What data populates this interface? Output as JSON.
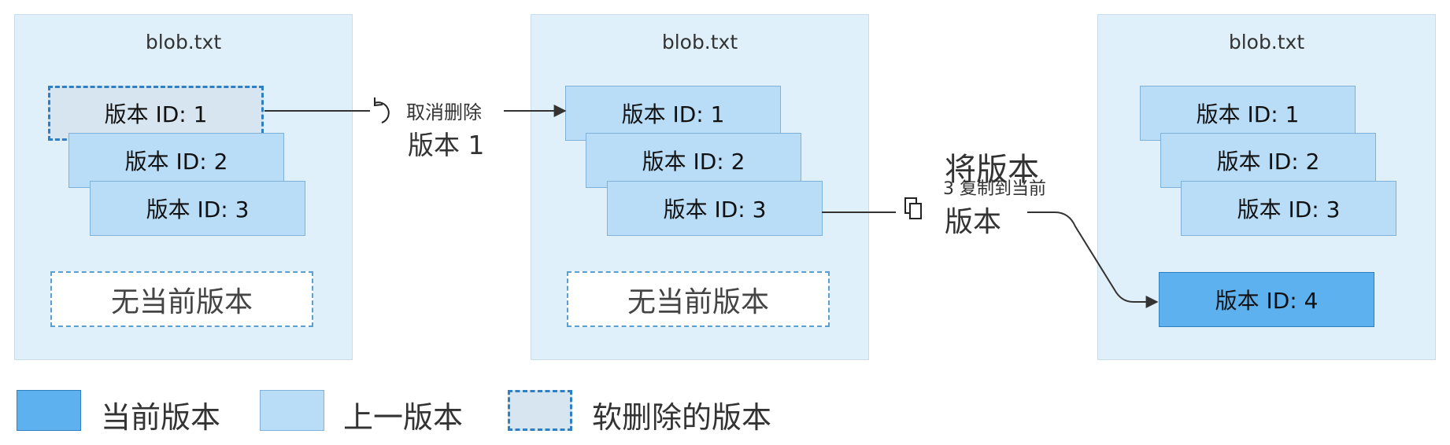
{
  "panels": [
    {
      "title": "blob.txt",
      "versions": [
        "版本 ID: 1",
        "版本 ID: 2",
        "版本 ID: 3"
      ],
      "no_current": "无当前版本"
    },
    {
      "title": "blob.txt",
      "versions": [
        "版本 ID: 1",
        "版本 ID: 2",
        "版本 ID: 3"
      ],
      "no_current": "无当前版本"
    },
    {
      "title": "blob.txt",
      "versions": [
        "版本 ID: 1",
        "版本 ID: 2",
        "版本 ID: 3"
      ],
      "current": "版本 ID: 4"
    }
  ],
  "actions": {
    "undelete": {
      "line1": "取消删除",
      "line2": "版本 1"
    },
    "copy": {
      "line1": "将版本",
      "line2": "3 复制到当前",
      "line3": "版本"
    }
  },
  "legend": {
    "current": "当前版本",
    "previous": "上一版本",
    "soft_deleted": "软删除的版本"
  },
  "colors": {
    "panel_bg": "#dff0fa",
    "current_version": "#5eb1ef",
    "previous_version": "#b9dcf7",
    "soft_deleted_version": "#d6e5ef",
    "dashed_border": "#2e7fc3"
  }
}
